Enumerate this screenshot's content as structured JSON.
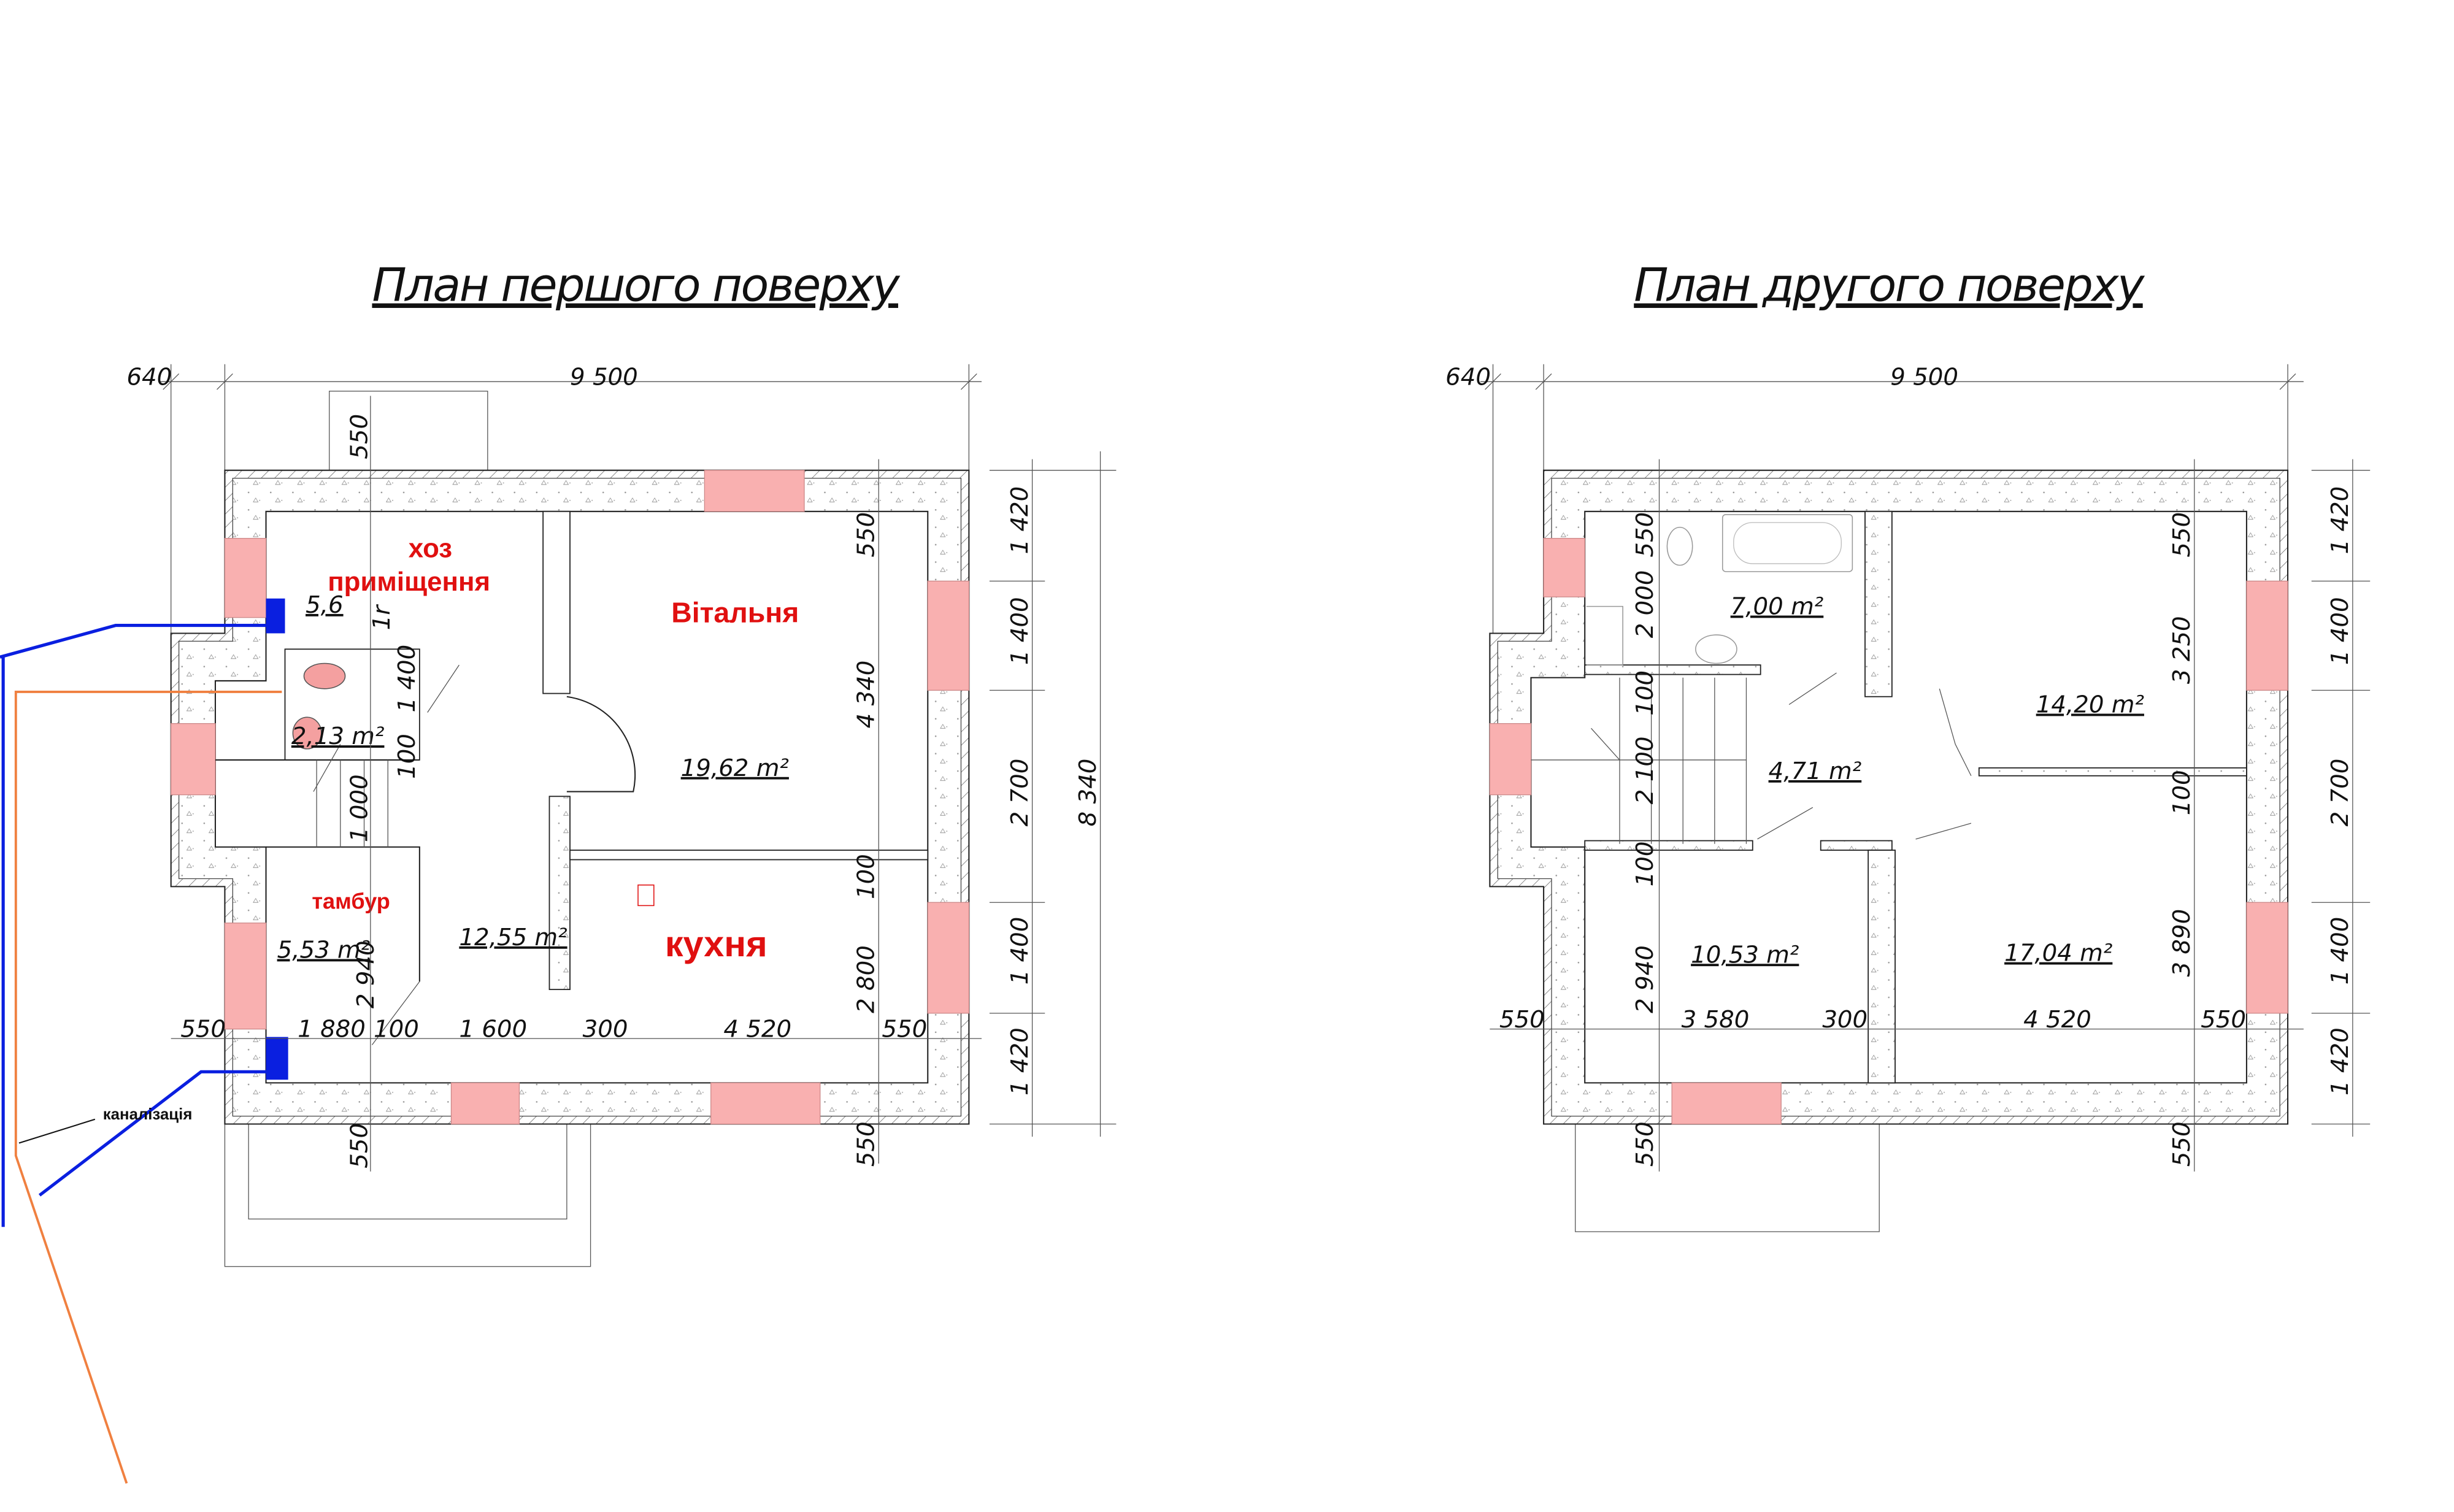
{
  "colors": {
    "window": "#f9b0b0",
    "room_label": "#e01010",
    "sewer": "#0a1fe0",
    "water": "#f08040"
  },
  "floor1": {
    "title": "План першого поверху",
    "rooms": {
      "utility_line1": "хоз",
      "utility_line2": "приміщення",
      "living": "Вітальня",
      "vestibule": "тамбур",
      "kitchen": "кухня"
    },
    "areas": {
      "utility": "5,6",
      "wc": "2,13 m²",
      "living": "19,62 m²",
      "hall": "12,55 m²",
      "vestibule": "5,53 m²"
    },
    "dims_top": {
      "left": "640",
      "total": "9 500"
    },
    "dims_bottom": [
      "550",
      "1 880",
      "100",
      "1 600",
      "300",
      "4 520",
      "550"
    ],
    "dims_right_inner": [
      "550",
      "4 340",
      "100",
      "2 800",
      "550"
    ],
    "dims_right_outer": [
      "1 420",
      "1 400",
      "2 700",
      "1 400",
      "1 420"
    ],
    "dim_total_height": "8 340",
    "dims_inner": {
      "porch_top": "550",
      "porch_bottom": "550",
      "wc_height": "1 400",
      "wc_wall": "100",
      "stair": "1 000",
      "vestibule_height": "2 940",
      "misc": "1r"
    },
    "sewer_label": "каналізація"
  },
  "floor2": {
    "title": "План другого поверху",
    "areas": {
      "bath": "7,00 m²",
      "bedroom1": "14,20 m²",
      "hall": "4,71 m²",
      "bedroom3": "10,53 m²",
      "bedroom2": "17,04 m²"
    },
    "dims_top": {
      "left": "640",
      "total": "9 500"
    },
    "dims_bottom": [
      "550",
      "3 580",
      "300",
      "4 520",
      "550"
    ],
    "dims_left_inner": [
      "550",
      "2 000",
      "100",
      "2 100",
      "100",
      "2 940",
      "550"
    ],
    "dims_right_inner": [
      "550",
      "3 250",
      "100",
      "3 890",
      "550"
    ],
    "dims_right_outer": [
      "1 420",
      "1 400",
      "2 700",
      "1 400",
      "1 420"
    ]
  }
}
